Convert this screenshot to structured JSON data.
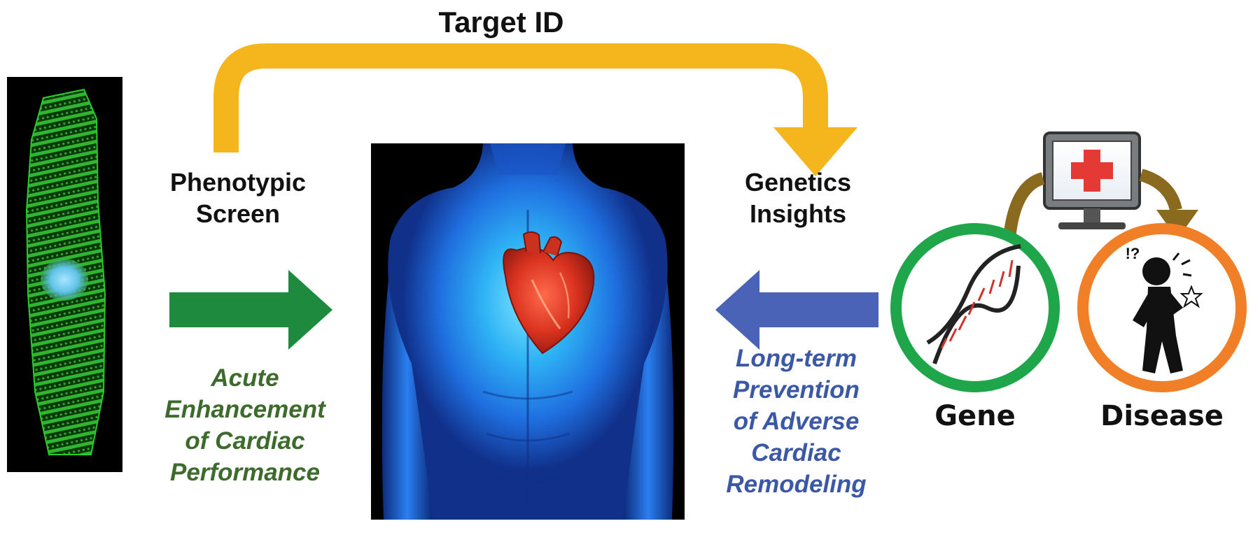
{
  "title": "Target ID",
  "left_label": {
    "line1": "Phenotypic",
    "line2": "Screen"
  },
  "right_label": {
    "line1": "Genetics",
    "line2": "Insights"
  },
  "acute_text": {
    "line1": "Acute",
    "line2": "Enhancement",
    "line3": "of Cardiac",
    "line4": "Performance"
  },
  "long_term_text": {
    "line1": "Long-term",
    "line2": "Prevention",
    "line3": "of Adverse",
    "line4": "Cardiac",
    "line5": "Remodeling"
  },
  "gene_label": "Gene",
  "disease_label": "Disease",
  "disease_exclaim": "!?",
  "colors": {
    "target_arrow": "#f5b51d",
    "phenotypic_arrow": "#1e8a3e",
    "genetics_arrow": "#4a63b7",
    "acute_text": "#3d6b2c",
    "long_term_text": "#3a58a6",
    "gene_ring": "#1fa64a",
    "disease_ring": "#f07f27",
    "link_arrow": "#8a6a1e",
    "medical_cross": "#e53935",
    "cell_fluorescence": "#3ad63a",
    "body_glow": "#2a7ff0",
    "heart": "#d9321f"
  },
  "icons": [
    "cardiomyocyte-image",
    "body-heart-image",
    "computer-monitor-icon",
    "medical-cross-icon",
    "dna-icon",
    "pain-person-icon"
  ]
}
